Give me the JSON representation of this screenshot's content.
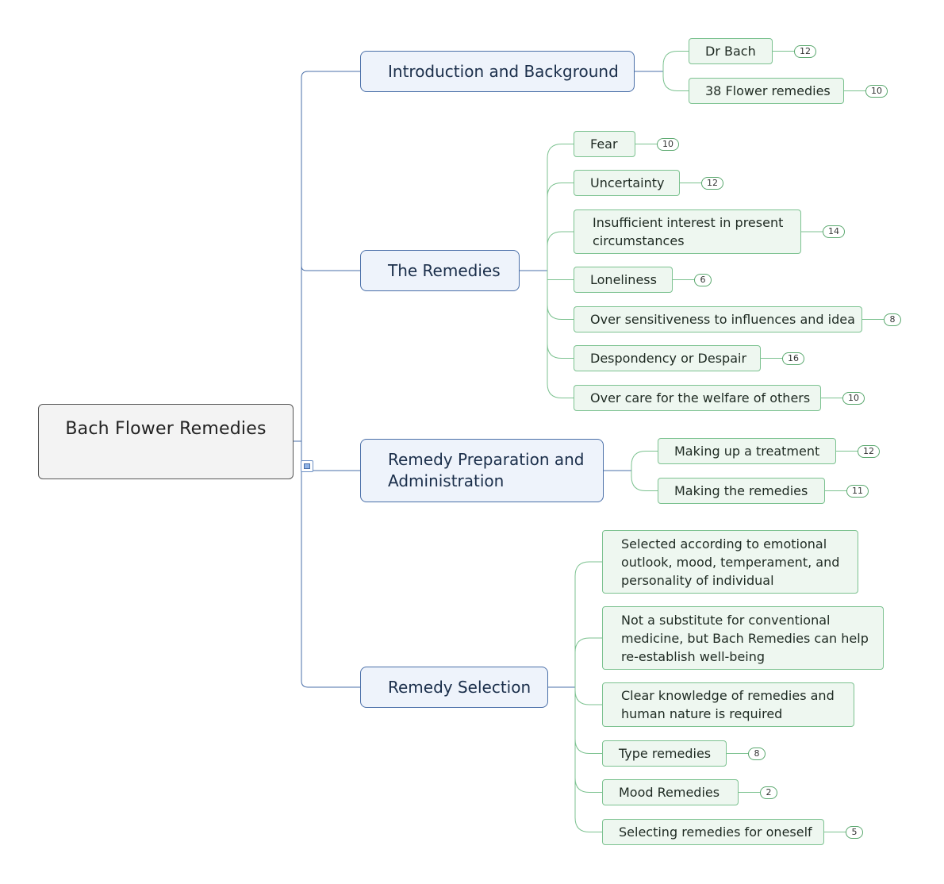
{
  "root": {
    "label": "Bach Flower Remedies"
  },
  "branches": [
    {
      "label": "Introduction and Background",
      "children": [
        {
          "label": "Dr Bach",
          "count": "12"
        },
        {
          "label": "38 Flower remedies",
          "count": "10"
        }
      ]
    },
    {
      "label": "The Remedies",
      "children": [
        {
          "label": "Fear",
          "count": "10"
        },
        {
          "label": "Uncertainty",
          "count": "12"
        },
        {
          "label": "Insufficient interest in present circumstances",
          "count": "14"
        },
        {
          "label": "Loneliness",
          "count": "6"
        },
        {
          "label": "Over sensitiveness to influences and idea",
          "count": "8"
        },
        {
          "label": "Despondency or Despair",
          "count": "16"
        },
        {
          "label": "Over care for the welfare of others",
          "count": "10"
        }
      ]
    },
    {
      "label": "Remedy Preparation and Administration",
      "children": [
        {
          "label": "Making up a treatment",
          "count": "12"
        },
        {
          "label": "Making the remedies",
          "count": "11"
        }
      ]
    },
    {
      "label": "Remedy Selection",
      "children": [
        {
          "label": "Selected according to emotional outlook, mood, temperament, and personality of individual"
        },
        {
          "label": "Not a substitute for conventional medicine, but Bach Remedies can help re-establish well-being"
        },
        {
          "label": "Clear knowledge of remedies and human nature is required"
        },
        {
          "label": "Type remedies",
          "count": "8"
        },
        {
          "label": "Mood Remedies",
          "count": "2"
        },
        {
          "label": "Selecting remedies for oneself",
          "count": "5"
        }
      ]
    }
  ]
}
